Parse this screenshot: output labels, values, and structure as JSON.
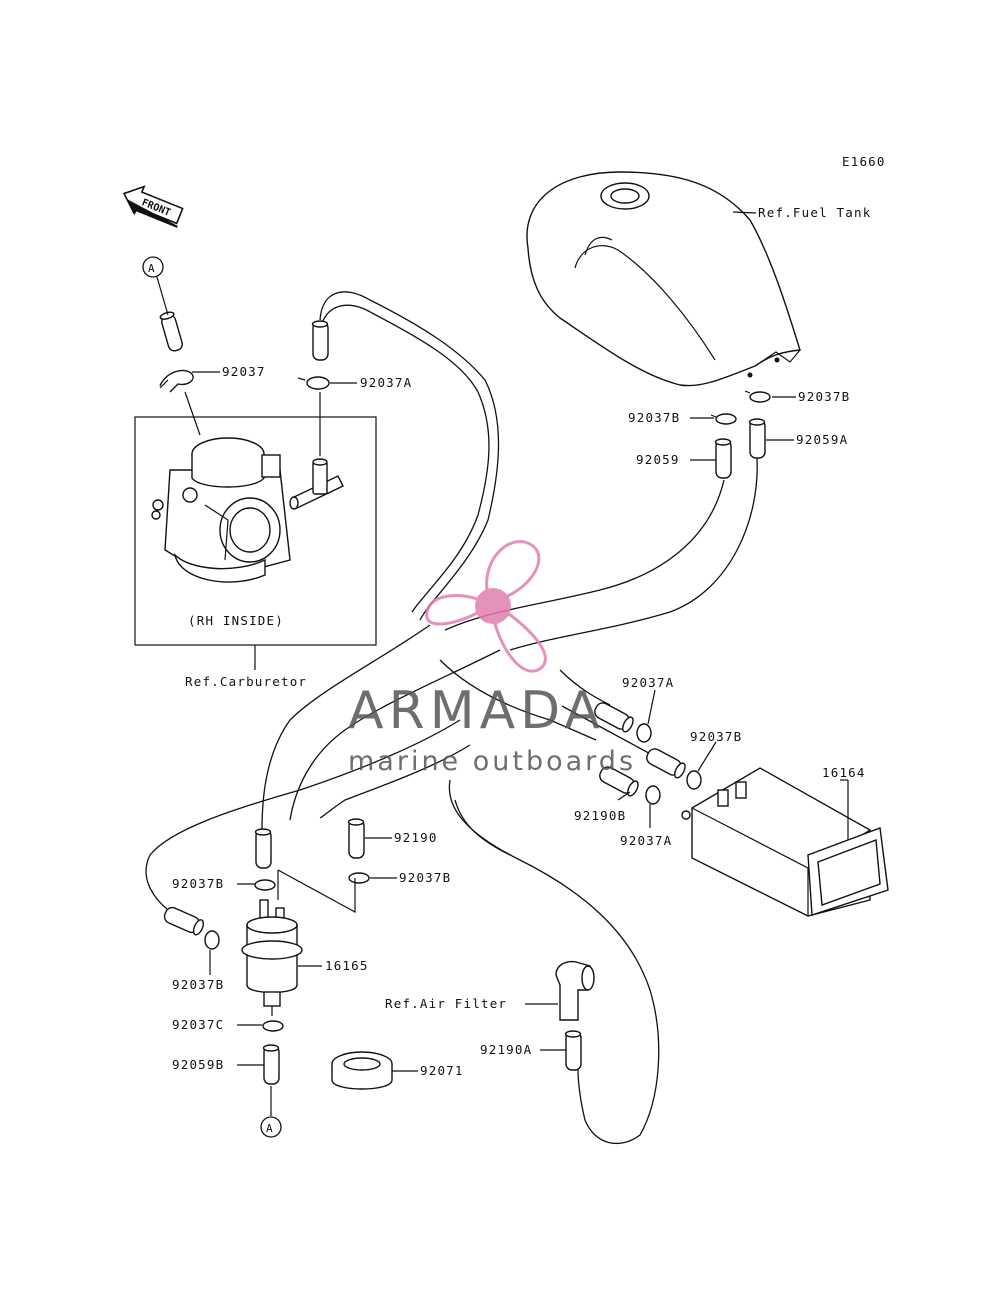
{
  "diagram_id": "E1660",
  "front_arrow": "FRONT",
  "ref_marker": "A",
  "parts": {
    "p92037": "92037",
    "p92037A_top": "92037A",
    "p92037B_tank_right": "92037B",
    "p92037B_tank_left": "92037B",
    "p92059": "92059",
    "p92059A": "92059A",
    "p92037A_mid": "92037A",
    "p92037B_mid": "92037B",
    "p16164": "16164",
    "p92190B": "92190B",
    "p92037A_low": "92037A",
    "p92190": "92190",
    "p92037B_filter_left": "92037B",
    "p92037B_filter_right": "92037B",
    "p92037B_bottom_left": "92037B",
    "p16165": "16165",
    "p92037C": "92037C",
    "p92059B": "92059B",
    "p92071": "92071",
    "p92190A": "92190A"
  },
  "refs": {
    "fuel_tank": "Ref.Fuel Tank",
    "carburetor": "Ref.Carburetor",
    "air_filter": "Ref.Air Filter",
    "rh_inside": "(RH INSIDE)"
  },
  "watermark": {
    "brand": "ARMADA",
    "tagline": "marine outboards",
    "color": "#e07fb0"
  }
}
